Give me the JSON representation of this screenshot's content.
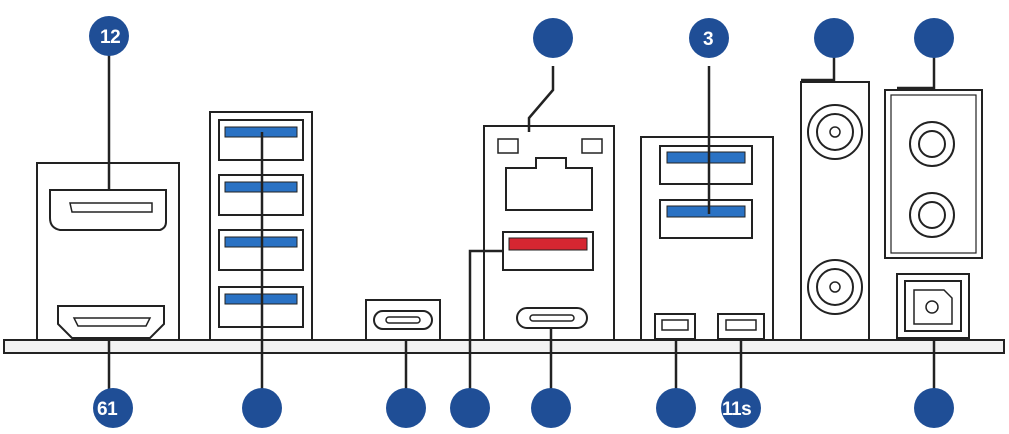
{
  "callouts": {
    "top_left": "12",
    "top_usb": "3",
    "bottom_left": "61",
    "bottom_usb_small": "11s"
  },
  "colors": {
    "callout_fill": "#1f4e96",
    "line": "#222222",
    "usb3_blue": "#2a72c4",
    "usb_red": "#d62631",
    "port_fill": "#ffffff",
    "board_fill": "#f2f2f2"
  }
}
